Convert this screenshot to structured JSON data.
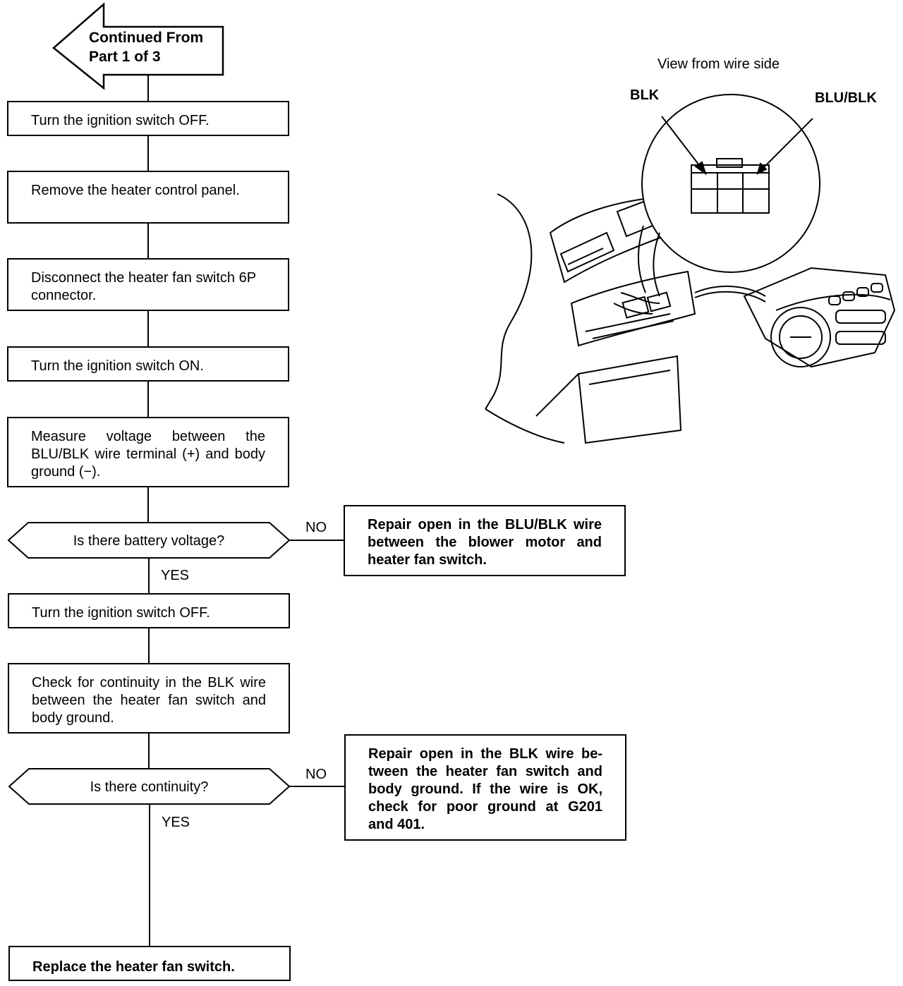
{
  "start": {
    "line1": "Continued From",
    "line2": "Part 1 of 3"
  },
  "steps": [
    {
      "text": "Turn the ignition switch OFF."
    },
    {
      "text": "Remove the heater control panel."
    },
    {
      "text": "Disconnect the heater fan switch 6P connector."
    },
    {
      "text": "Turn the ignition switch ON."
    },
    {
      "text": "Measure voltage between the BLU/BLK wire terminal (+) and body ground (−)."
    },
    {
      "text": "Turn the ignition switch OFF."
    },
    {
      "text": "Check for continuity in the BLK wire between the heater fan switch and body ground."
    },
    {
      "text": "Replace the heater fan switch."
    }
  ],
  "decisions": [
    {
      "question": "Is there battery voltage?",
      "no_label": "NO",
      "yes_label": "YES",
      "no_action": "Repair open in the BLU/BLK wire between the blower motor and heater fan switch."
    },
    {
      "question": "Is there continuity?",
      "no_label": "NO",
      "yes_label": "YES",
      "no_action": "Repair open in the BLK wire be-tween the heater fan switch and body ground. If the wire is OK, check for poor ground at G201 and 401."
    }
  ],
  "illustration": {
    "caption": "View from wire side",
    "left_wire": "BLK",
    "right_wire": "BLU/BLK"
  }
}
